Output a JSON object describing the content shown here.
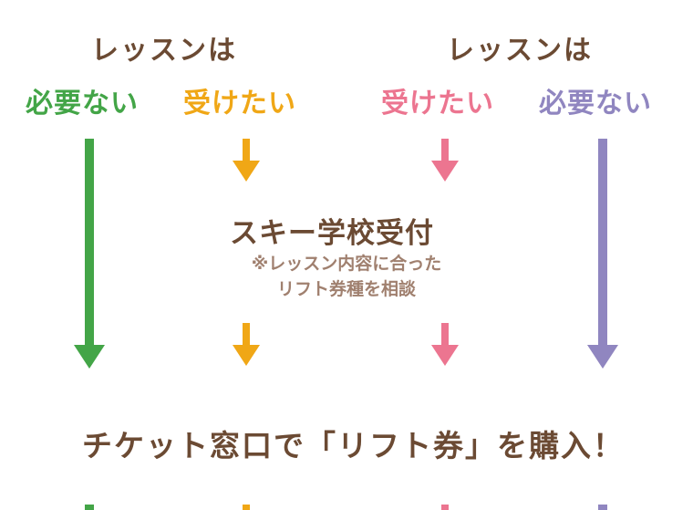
{
  "left_heading": "レッスンは",
  "right_heading": "レッスンは",
  "options": {
    "left_no": "必要ない",
    "left_yes": "受けたい",
    "right_yes": "受けたい",
    "right_no": "必要ない"
  },
  "center": {
    "title": "スキー学校受付",
    "note_line1": "※レッスン内容に合った",
    "note_line2": "リフト券種を相談"
  },
  "bottom_text": "チケット窓口で「リフト券」を購入！",
  "colors": {
    "heading": "#6b4a33",
    "green": "#43a547",
    "orange": "#f0a716",
    "pink": "#ec7590",
    "purple": "#9086c0",
    "note": "#a0806f"
  }
}
